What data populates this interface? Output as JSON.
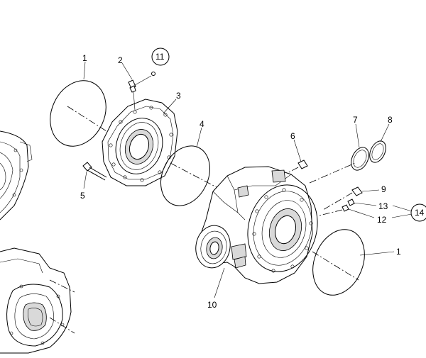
{
  "callouts": [
    {
      "label": "1"
    },
    {
      "label": "2"
    },
    {
      "label": "11"
    },
    {
      "label": "3"
    },
    {
      "label": "4"
    },
    {
      "label": "5"
    },
    {
      "label": "6"
    },
    {
      "label": "7"
    },
    {
      "label": "8"
    },
    {
      "label": "9"
    },
    {
      "label": "13"
    },
    {
      "label": "14"
    },
    {
      "label": "12"
    },
    {
      "label": "1"
    },
    {
      "label": "10"
    }
  ]
}
